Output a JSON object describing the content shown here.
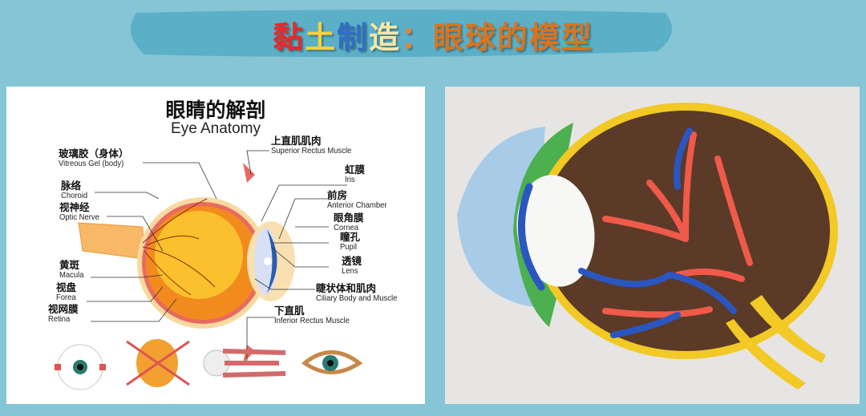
{
  "title": {
    "part1": "黏",
    "part2": "土",
    "part3": "制",
    "part4": "造",
    "part5": "：",
    "part6": "眼球的模型",
    "colors": [
      "#e52a2a",
      "#f6d23a",
      "#2f6fc4",
      "#f7e7a8",
      "#e8852a",
      "#d9741f"
    ]
  },
  "diagram": {
    "title_zh": "眼睛的解剖",
    "title_en": "Eye Anatomy",
    "labels_left": [
      {
        "zh": "玻璃胶（身体）",
        "en": "Vitreous Gel (body)"
      },
      {
        "zh": "脉络",
        "en": "Choroid"
      },
      {
        "zh": "视神经",
        "en": "Optic Nerve"
      },
      {
        "zh": "黄斑",
        "en": "Macula"
      },
      {
        "zh": "视盘",
        "en": "Forea"
      },
      {
        "zh": "视网膜",
        "en": "Retina"
      }
    ],
    "labels_right": [
      {
        "zh": "上直肌肌肉",
        "en": "Superior Rectus Muscle"
      },
      {
        "zh": "虹膜",
        "en": "Iris"
      },
      {
        "zh": "前房",
        "en": "Anterior Chamber"
      },
      {
        "zh": "眼角膜",
        "en": "Cornea"
      },
      {
        "zh": "瞳孔",
        "en": "Pupil"
      },
      {
        "zh": "透镜",
        "en": "Lens"
      },
      {
        "zh": "睫状体和肌肉",
        "en": "Ciliary Body and Muscle"
      },
      {
        "zh": "下直肌",
        "en": "Inferior Rectus Muscle"
      }
    ]
  }
}
